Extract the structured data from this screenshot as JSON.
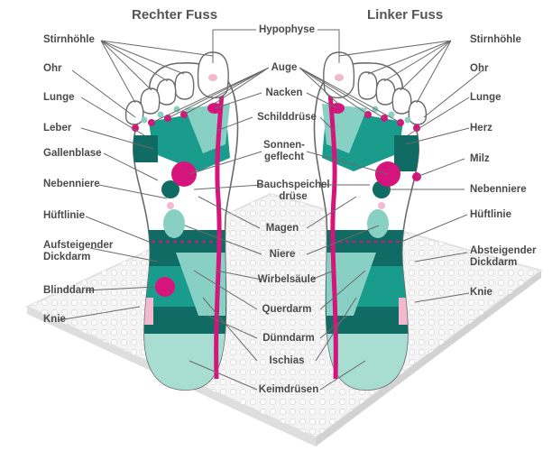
{
  "titles": {
    "right_foot": "Rechter Fuss",
    "left_foot": "Linker Fuss"
  },
  "labels": {
    "hypophyse": "Hypophyse",
    "stirnhoehle": "Stirnhöhle",
    "ohr": "Ohr",
    "auge": "Auge",
    "lunge": "Lunge",
    "nacken": "Nacken",
    "leber": "Leber",
    "schilddruese": "Schilddrüse",
    "herz": "Herz",
    "gallenblase": "Gallenblase",
    "sonnengeflecht": "Sonnen-\ngeflecht",
    "milz": "Milz",
    "nebenniere": "Nebenniere",
    "bauchspeicheldruese": "Bauchspeichel\ndrüse",
    "hueftlinie": "Hüftlinie",
    "magen": "Magen",
    "aufsteigender_dickdarm": "Aufsteigender\nDickdarm",
    "niere": "Niere",
    "absteigender_dickdarm": "Absteigender\nDickdarm",
    "wirbelsaeule": "Wirbelsäule",
    "blinddarm": "Blinddarm",
    "knie": "Knie",
    "querdarm": "Querdarm",
    "duenndarm": "Dünndarm",
    "ischias": "Ischias",
    "keimdruesen": "Keimdrüsen"
  },
  "colors": {
    "teal_dark": "#0f6b63",
    "teal_mid": "#1a9c8c",
    "teal_light": "#88d0c3",
    "teal_pale": "#a8ddd2",
    "magenta": "#d6157c",
    "pink_light": "#f3b9cf",
    "label_text": "#4a4a4a",
    "mat": "#ececec"
  }
}
